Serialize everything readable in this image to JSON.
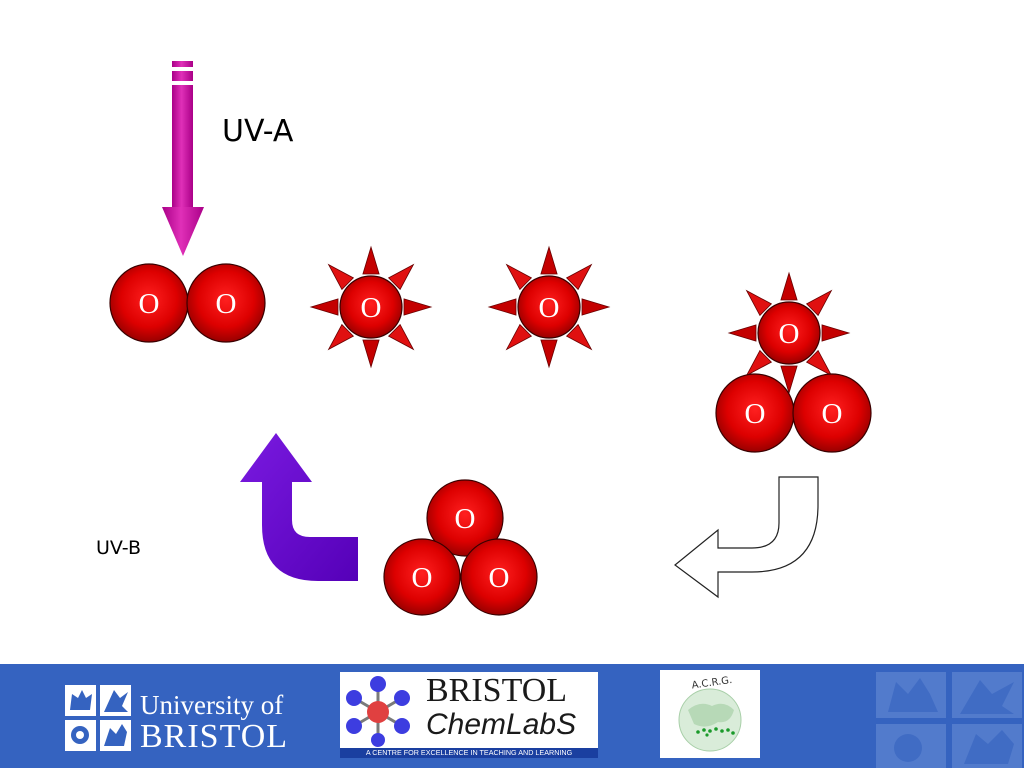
{
  "slide": {
    "uv_a_label": "UV-A",
    "uv_b_label": "UV-B",
    "atom_symbol": "O"
  },
  "colors": {
    "atom_red": "#d10000",
    "uva_arrow": "#cc0099",
    "uvb_arrow": "#6600cc",
    "footer_blue": "#3563c0"
  },
  "footer": {
    "uob_line1": "University of",
    "uob_line2": "BRISTOL",
    "chemlabs_title": "BRISTOL",
    "chemlabs_subtitle": "ChemLabS",
    "chemlabs_tagline": "A CENTRE FOR EXCELLENCE IN TEACHING AND LEARNING",
    "acrg_text": "A.C.R.G."
  }
}
